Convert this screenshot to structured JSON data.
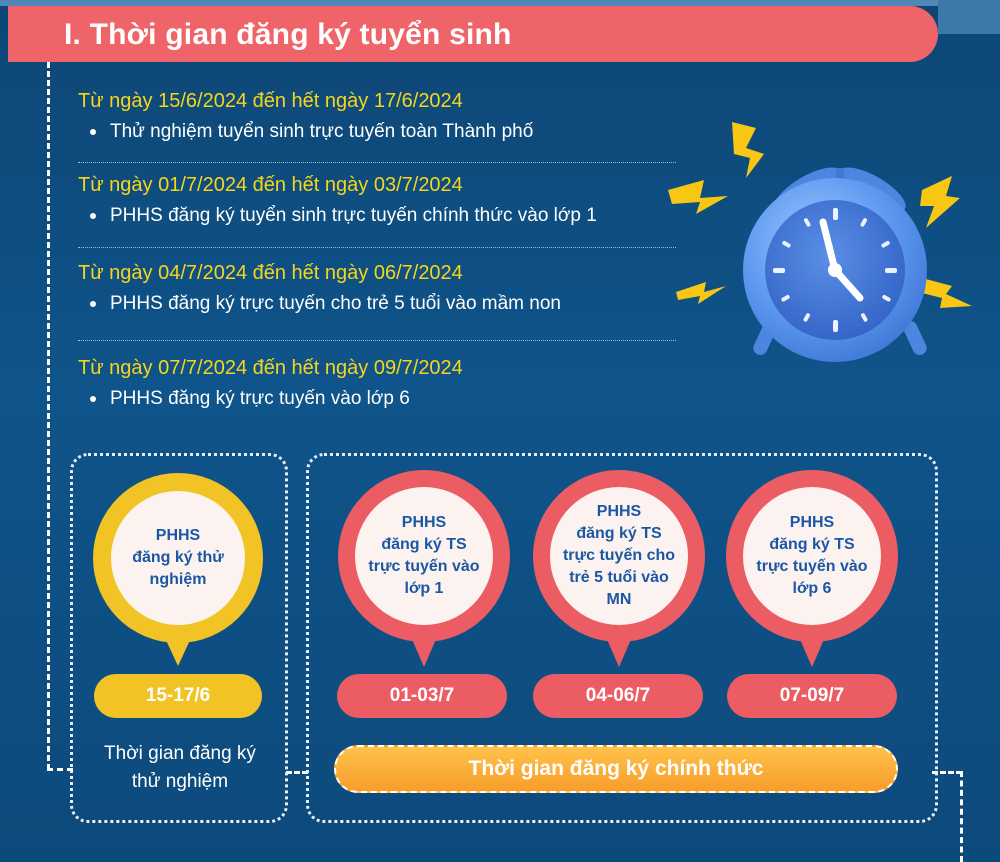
{
  "header": {
    "title": "I. Thời gian đăng ký tuyển sinh"
  },
  "schedule": [
    {
      "date": "Từ ngày 15/6/2024 đến hết ngày 17/6/2024",
      "item": "Thử nghiệm tuyển sinh trực tuyến toàn Thành phố"
    },
    {
      "date": "Từ ngày 01/7/2024 đến hết ngày 03/7/2024",
      "item": "PHHS đăng ký tuyển sinh trực tuyến chính thức vào lớp 1"
    },
    {
      "date": "Từ ngày 04/7/2024 đến hết ngày 06/7/2024",
      "item": "PHHS đăng ký trực tuyến cho trẻ 5 tuổi vào mầm non"
    },
    {
      "date": "Từ ngày 07/7/2024 đến hết ngày 09/7/2024",
      "item": "PHHS  đăng ký trực tuyến vào lớp 6"
    }
  ],
  "trial": {
    "pin_lines": [
      "PHHS",
      "đăng ký thử",
      "nghiệm"
    ],
    "date": "15-17/6",
    "caption_lines": [
      "Thời gian đăng ký",
      "thử nghiệm"
    ]
  },
  "official": {
    "pins": [
      {
        "lines": [
          "PHHS",
          "đăng ký TS",
          "trực tuyến vào",
          "lớp 1"
        ],
        "date": "01-03/7"
      },
      {
        "lines": [
          "PHHS",
          "đăng ký TS",
          "trực tuyến cho",
          "trẻ 5 tuổi vào",
          "MN"
        ],
        "date": "04-06/7"
      },
      {
        "lines": [
          "PHHS",
          "đăng ký TS",
          "trực tuyến vào",
          "lớp 6"
        ],
        "date": "07-09/7"
      }
    ],
    "caption": "Thời gian đăng ký chính thức"
  },
  "icons": {
    "illustration": "alarm-clock-icon",
    "accent": "lightning-bolt-icon"
  },
  "colors": {
    "background": "#0f548a",
    "header": "#ef6468",
    "date_text": "#f7d51c",
    "trial_pin": "#f2c324",
    "official_pin": "#eb5d63",
    "official_caption_bg": "#f9a531"
  }
}
